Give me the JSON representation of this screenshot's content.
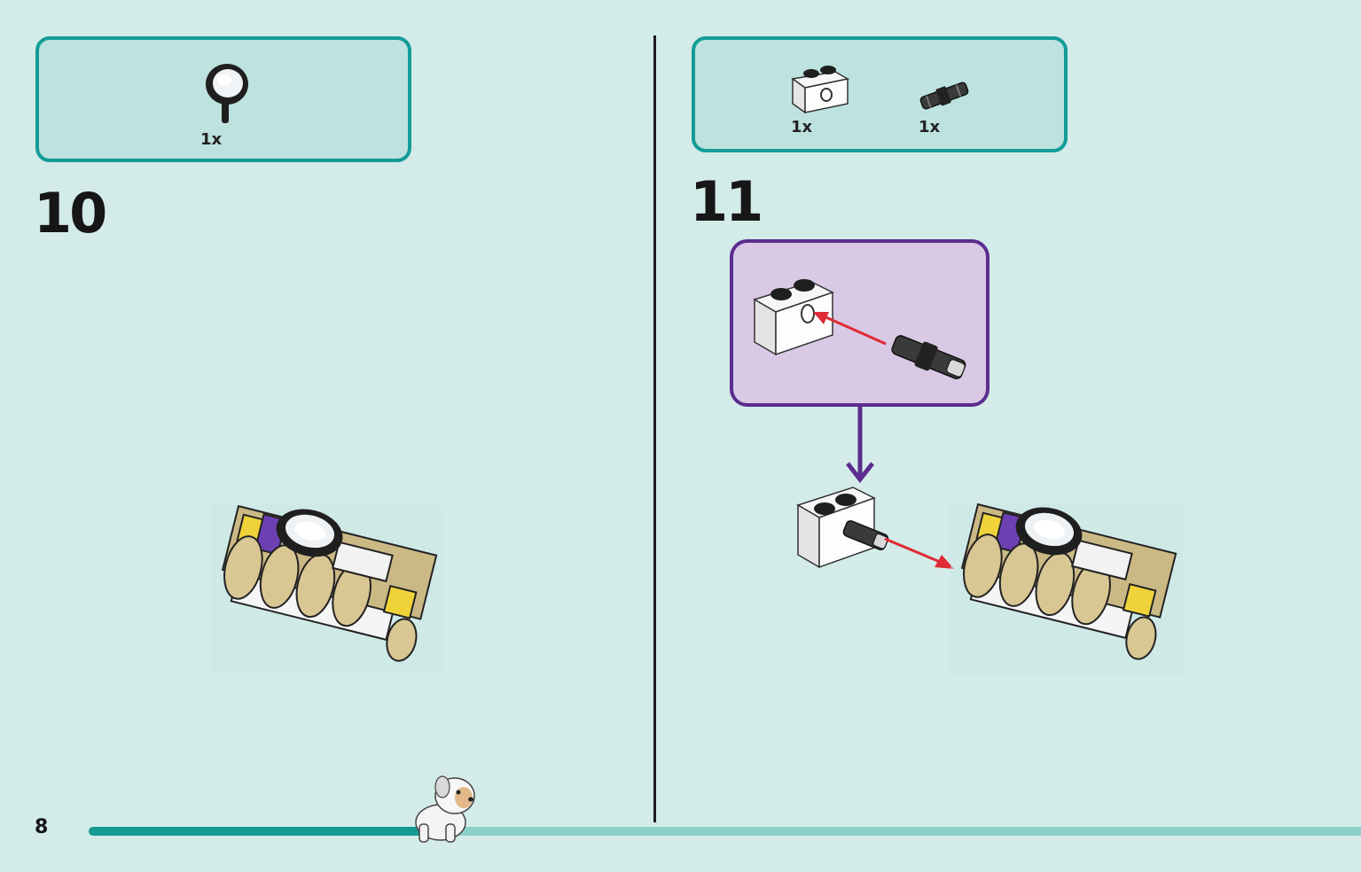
{
  "page": {
    "number": "8"
  },
  "progress": {
    "fraction": 0.27
  },
  "steps": [
    {
      "number": "10",
      "parts": [
        {
          "name": "magnifying-glass",
          "qty": "1x"
        }
      ]
    },
    {
      "number": "11",
      "parts": [
        {
          "name": "technic-brick-1x2",
          "qty": "1x"
        },
        {
          "name": "technic-pin",
          "qty": "1x"
        }
      ]
    }
  ],
  "colors": {
    "teal": "#139c98",
    "background": "#d3ebe9",
    "callout": "#5b2d8e",
    "arrow": "#e02a34"
  }
}
